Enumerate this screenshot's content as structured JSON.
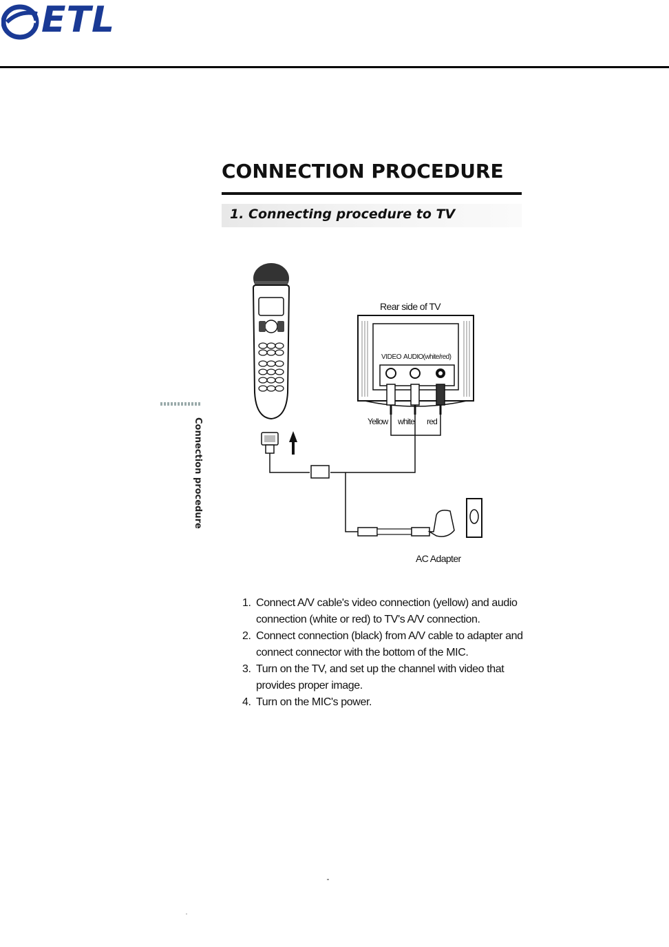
{
  "header": {
    "logo_text": "ETL",
    "brand_color": "#1a3a95"
  },
  "section": {
    "title": "CONNECTION PROCEDURE",
    "subtitle": "1. Connecting procedure to TV"
  },
  "side_tab": {
    "label": "Connection procedure"
  },
  "diagram": {
    "tv_label": "Rear side of TV",
    "video_label": "VIDEO",
    "audio_label": "AUDIO(white/red)",
    "cable_yellow": "Yellow",
    "cable_white": "white",
    "cable_red": "red",
    "adapter_label": "AC Adapter"
  },
  "steps": [
    {
      "num": "1.",
      "text": "Connect A/V cable's video connection (yellow) and audio connection (white or red) to TV's A/V connection."
    },
    {
      "num": "2.",
      "text": "Connect connection (black) from A/V cable to adapter and connect connector with the bottom of the MIC."
    },
    {
      "num": "3.",
      "text": "Turn on the TV, and set up the channel with video that provides proper image."
    },
    {
      "num": "4.",
      "text": "Turn on the MIC's power."
    }
  ]
}
